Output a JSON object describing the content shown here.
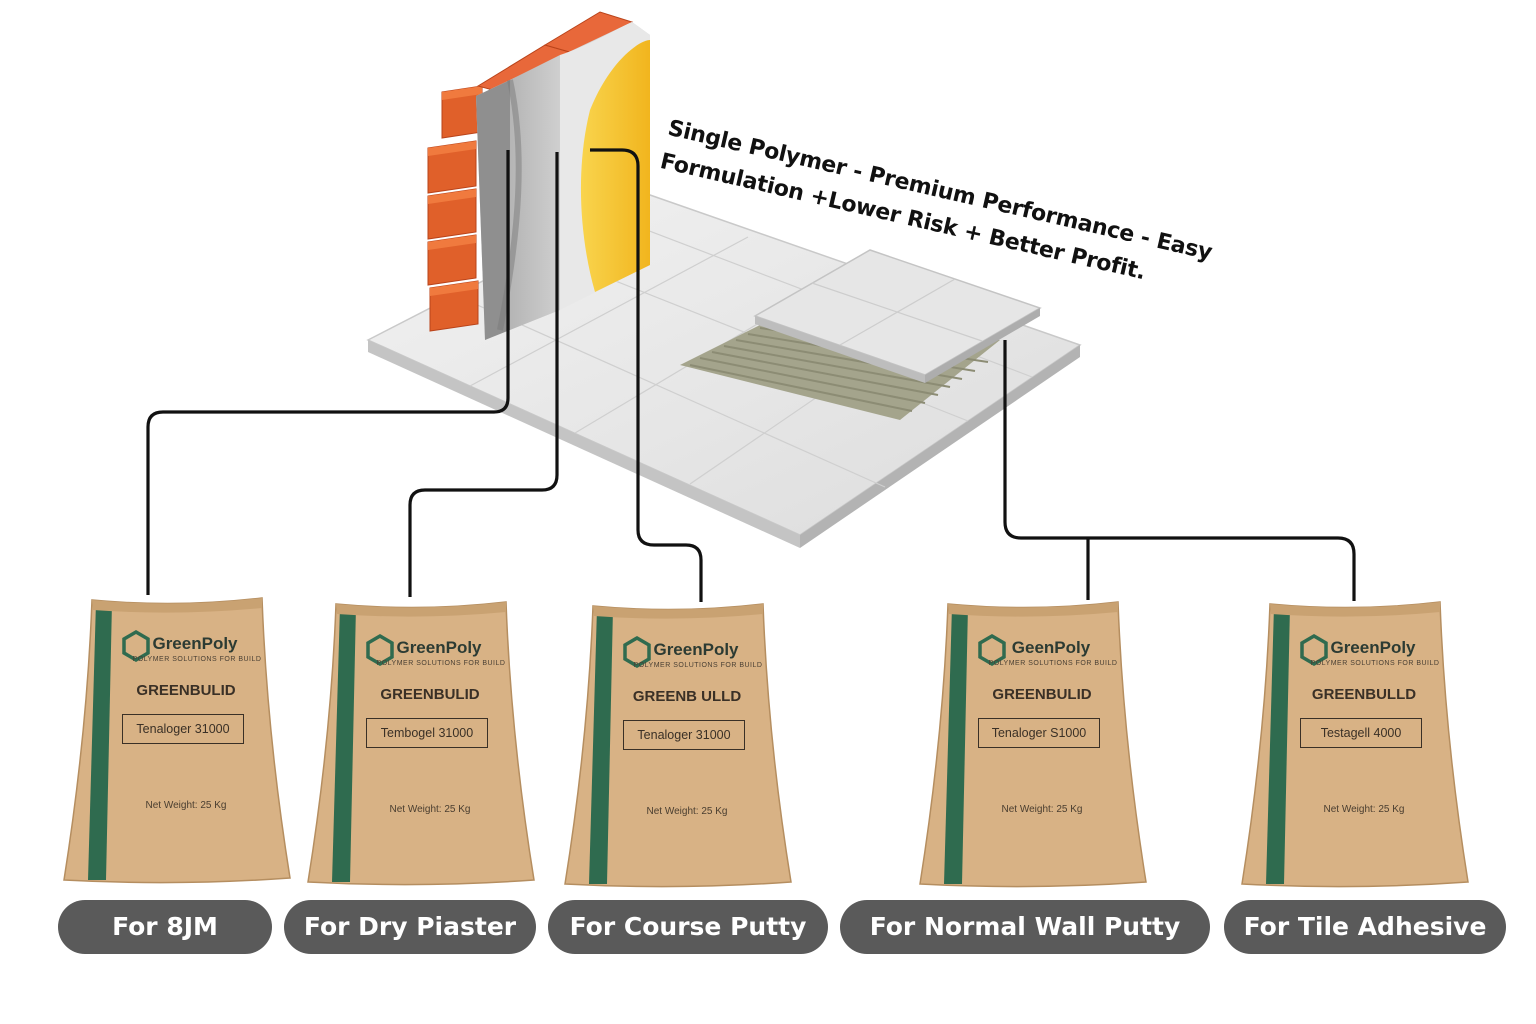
{
  "tagline": {
    "line1": "Single Polymer - Premium Performance - Easy",
    "line2": "Formulation +Lower Risk + Better Profit."
  },
  "bags": [
    {
      "logo": "GreenPoly",
      "logo_sub": "POLYMER SOLUTIONS FOR BUILD",
      "brand": "GREENBULID",
      "model": "Tenaloger 31000",
      "weight": "Net Weight: 25 Kg"
    },
    {
      "logo": "GreenPoly",
      "logo_sub": "POLYMER SOLUTIONS FOR BUILD",
      "brand": "GREENBULID",
      "model": "Tembogel 31000",
      "weight": "Net Weight: 25 Kg"
    },
    {
      "logo": "GreenPoly",
      "logo_sub": "POLYMER SOLUTIONS FOR BUILD",
      "brand": "GREENB ULLD",
      "model": "Tenaloger 31000",
      "weight": "Net Weight: 25 Kg"
    },
    {
      "logo": "GeenPoly",
      "logo_sub": "POLYMER SOLUTIONS FOR BUILD",
      "brand": "GREENBULID",
      "model": "Tenaloger S1000",
      "weight": "Net Weight: 25 Kg"
    },
    {
      "logo": "GreenPoly",
      "logo_sub": "POLYMER SOLUTIONS FOR BUILD",
      "brand": "GREENBULLD",
      "model": "Testagell 4000",
      "weight": "Net Weight: 25 Kg"
    }
  ],
  "labels": [
    "For 8JM",
    "For Dry Piaster",
    "For Course Putty",
    "For Normal Wall Putty",
    "For Tile Adhesive"
  ],
  "colors": {
    "brick": "#e0602a",
    "insulation": "#f7c93a",
    "bag": "#d8b285",
    "stripe": "#2f6b4f",
    "pill": "#5a5a5a"
  }
}
